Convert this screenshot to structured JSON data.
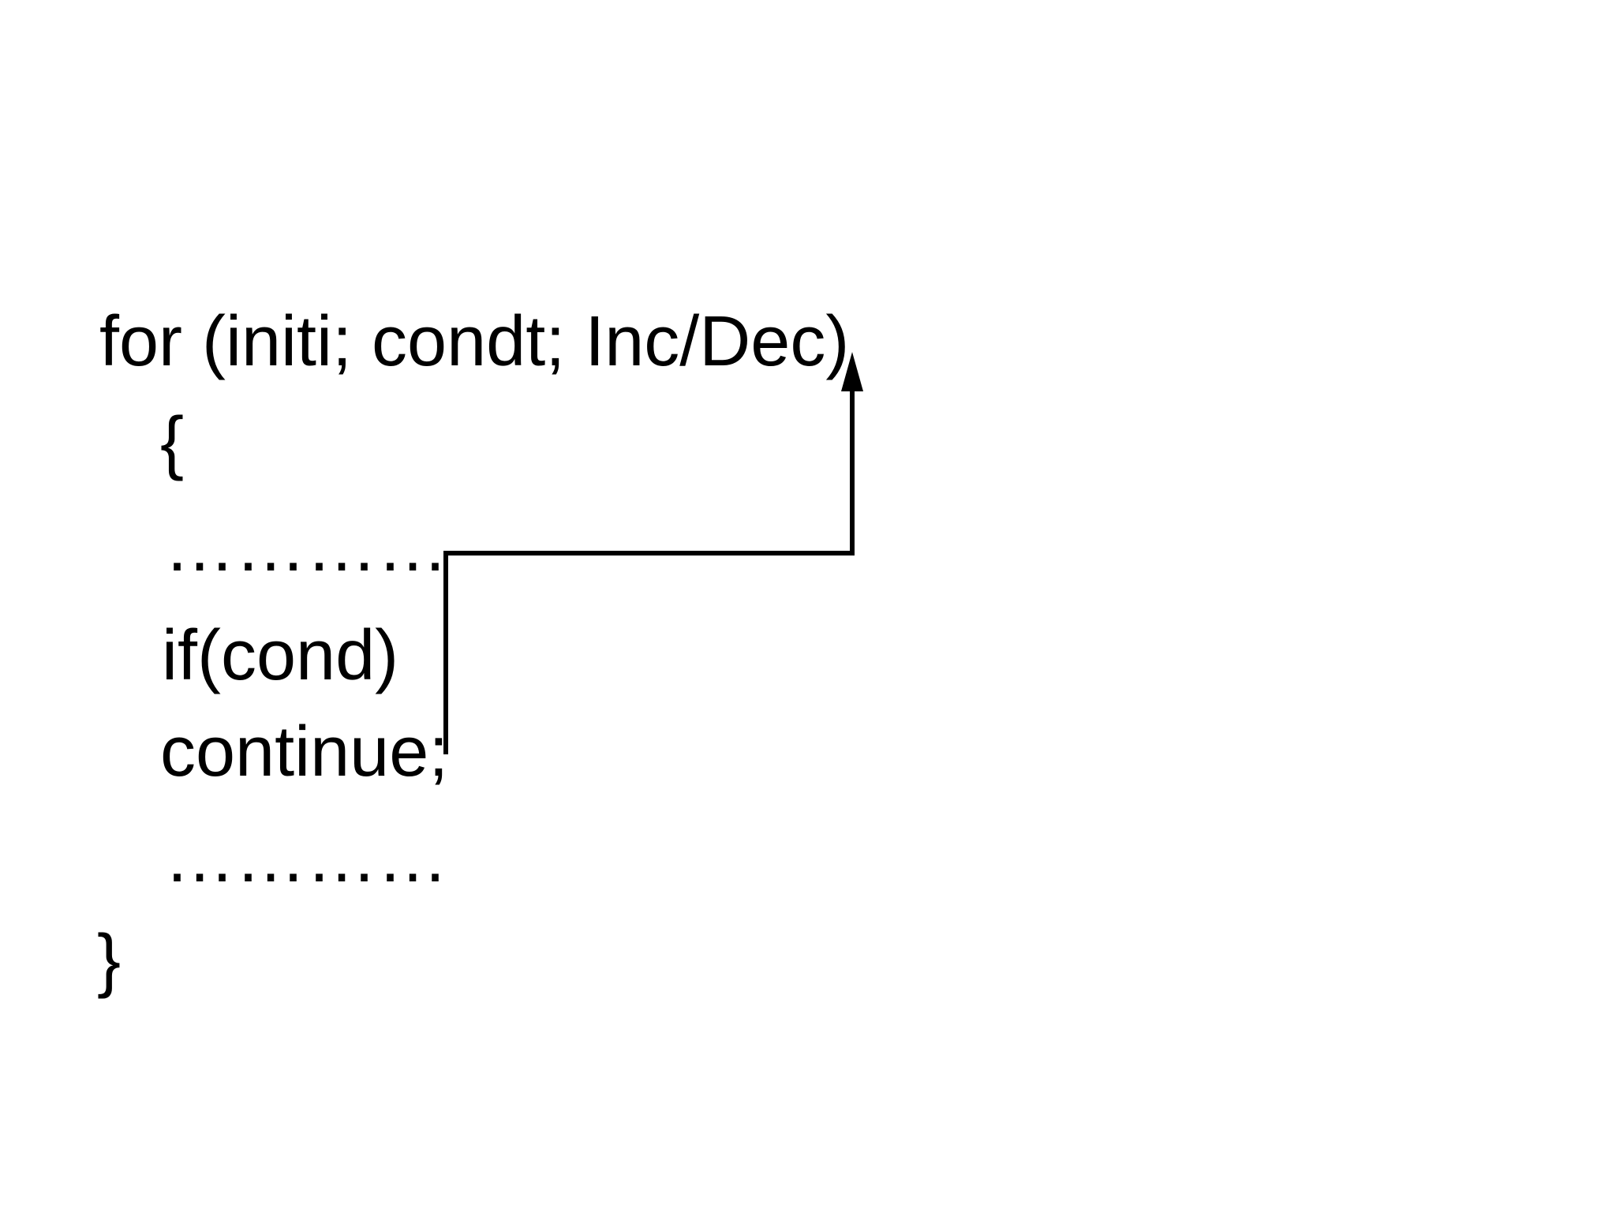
{
  "slide": {
    "background_color": "#ffffff",
    "text_color": "#000000",
    "arrow_color": "#000000",
    "code_lines": [
      {
        "name": "for-statement",
        "text": "for (initi; condt; Inc/Dec)"
      },
      {
        "name": "open-brace",
        "text": "{"
      },
      {
        "name": "ellipsis-1",
        "text": "…………"
      },
      {
        "name": "if-statement",
        "text": "if(cond)"
      },
      {
        "name": "continue-statement",
        "text": "continue;"
      },
      {
        "name": "ellipsis-2",
        "text": "…………"
      },
      {
        "name": "close-brace",
        "text": "}"
      }
    ],
    "arrow": {
      "source": "continue;",
      "target": "Inc/Dec"
    }
  }
}
